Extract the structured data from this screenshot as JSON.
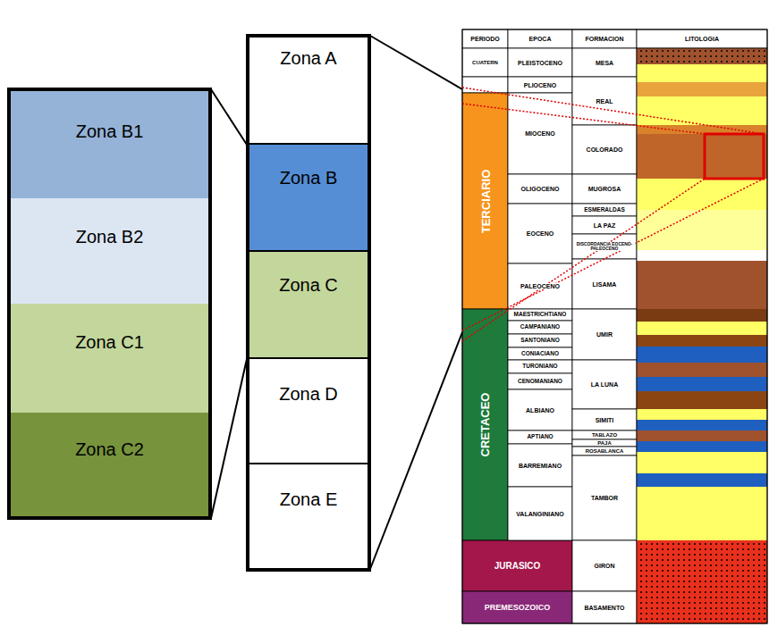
{
  "diagram": {
    "nodes": [
      {
        "text": [
          "Zona B1"
        ]
      },
      {
        "text": [
          "Zona B2"
        ]
      },
      {
        "text": [
          "Zona C1"
        ]
      },
      {
        "text": [
          "Zona C2"
        ]
      },
      {
        "text": [
          "Zona A"
        ]
      },
      {
        "text": [
          "Zona B"
        ]
      },
      {
        "text": [
          "Zona C"
        ]
      },
      {
        "text": [
          "Zona D"
        ]
      },
      {
        "text": [
          "Zona E"
        ]
      }
    ],
    "labels": [
      "PERIODO",
      "EPOCA",
      "FORMACION",
      "LITOLOGIA",
      "CUATERN",
      "PLEISTOCENO",
      "PLIOCENO",
      "MIOCENO",
      "OLIGOCENO",
      "EOCENO",
      "PALEOCENO",
      "TERCIARIO",
      "MAESTRICHTIANO",
      "CAMPANIANO",
      "SANTONIANO",
      "CONIACIANO",
      "TURONIANO",
      "CENOMANIANO",
      "ALBIANO",
      "APTIANO",
      "BARREMIANO",
      "VALANGINIANO",
      "CRETACEO",
      "JURASICO",
      "PREMESOZOICO",
      "MESA",
      "REAL",
      "COLORADO",
      "MUGROSA",
      "ESMERALDAS",
      "LA PAZ",
      "DISCORDANCIA EOCENO-PALEOCENO",
      "LISAMA",
      "UMIR",
      "LA LUNA",
      "SIMITI",
      "TABLAZO",
      "PAJA",
      "ROSABLANCA",
      "TAMBOR",
      "GIRON",
      "BASAMENTO"
    ]
  }
}
